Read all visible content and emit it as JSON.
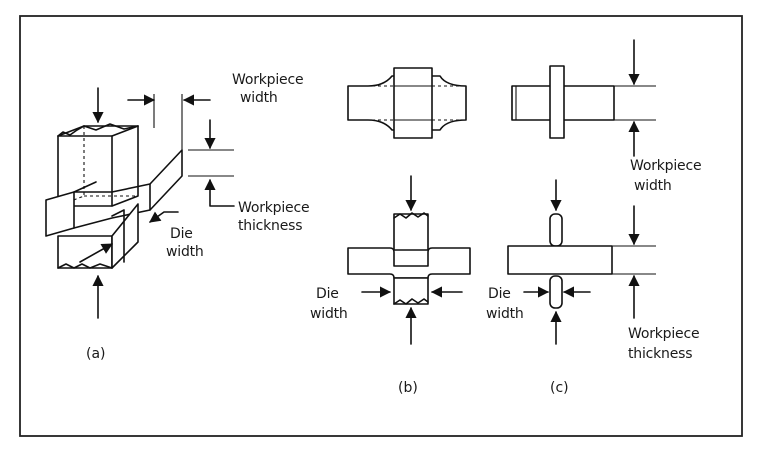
{
  "labels": {
    "a_workpiece_width": [
      "Workpiece",
      "width"
    ],
    "a_workpiece_thickness": [
      "Workpiece",
      "thickness"
    ],
    "a_die_width": [
      "Die",
      "width"
    ],
    "b_die_width": [
      "Die",
      "width"
    ],
    "c_die_width": [
      "Die",
      "width"
    ],
    "c_workpiece_width": [
      "Workpiece",
      "width"
    ],
    "c_workpiece_thickness": [
      "Workpiece",
      "thickness"
    ]
  },
  "captions": {
    "a": "(a)",
    "b": "(b)",
    "c": "(c)"
  }
}
